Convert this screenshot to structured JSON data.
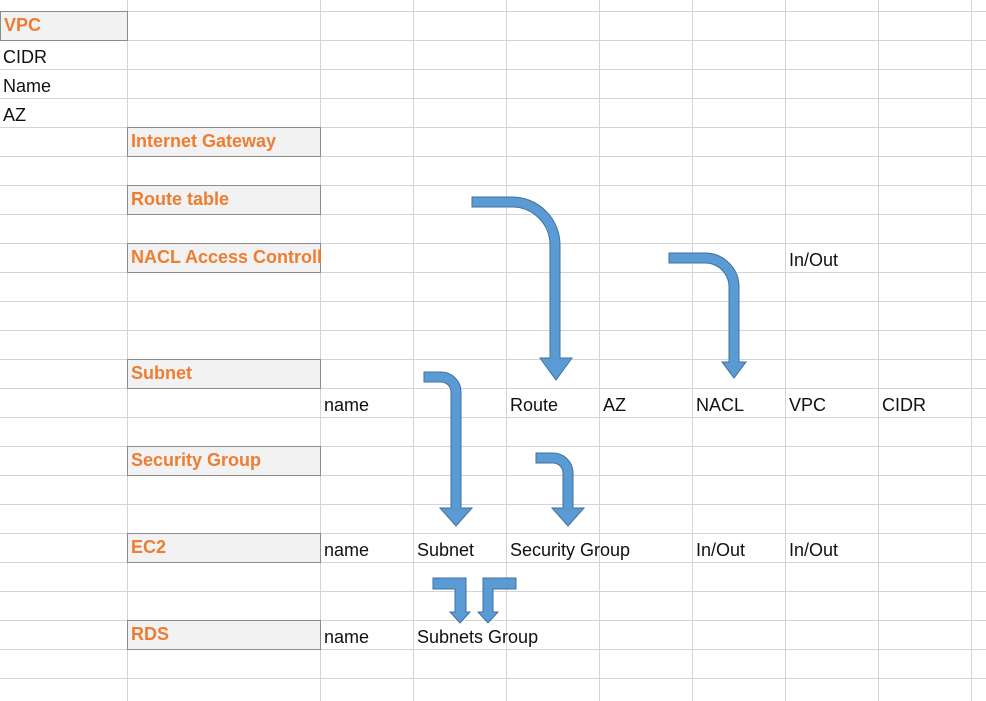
{
  "headers": {
    "vpc": "VPC",
    "internet_gateway": "Internet Gateway",
    "route_table": "Route table",
    "nacl": "NACL Access Controll",
    "subnet": "Subnet",
    "security_group": "Security Group",
    "ec2": "EC2",
    "rds": "RDS"
  },
  "vpc_fields": [
    "CIDR",
    "Name",
    "AZ"
  ],
  "nacl_row": {
    "direction": "In/Out"
  },
  "subnet_row": [
    "name",
    "Route",
    "AZ",
    "NACL",
    "VPC",
    "CIDR"
  ],
  "ec2_row": [
    "name",
    "Subnet",
    "Security Group",
    "In/Out",
    "In/Out"
  ],
  "rds_row": [
    "name",
    "Subnets Group"
  ],
  "colors": {
    "header_text": "#ed7d31",
    "header_fill": "#f2f2f2",
    "arrow_fill": "#5b9bd5",
    "arrow_stroke": "#41719c",
    "gridline": "#d4d4d4"
  }
}
